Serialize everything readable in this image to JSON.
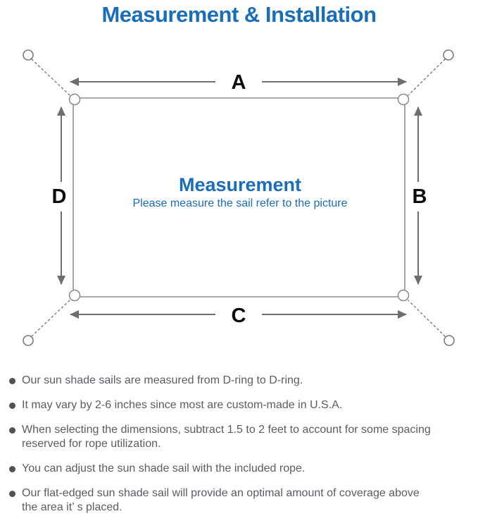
{
  "header": {
    "title": "Measurement & Installation"
  },
  "diagram": {
    "labels": {
      "top": "A",
      "right": "B",
      "bottom": "C",
      "left": "D"
    },
    "center": {
      "title": "Measurement",
      "subtitle": "Please measure the sail refer to the picture"
    },
    "colors": {
      "accent_blue": "#1a6db8",
      "outline_gray": "#8f8f8f",
      "arrow_gray": "#6e6e6e",
      "label_black": "#0d0d0d"
    }
  },
  "notes": {
    "text_color": "#585d61",
    "items": [
      {
        "text": "Our sun shade sails are measured from D-ring to D-ring."
      },
      {
        "text": "It may vary by 2-6 inches since most are custom-made in U.S.A."
      },
      {
        "text": "When selecting the dimensions, subtract 1.5 to 2 feet to account for some spacing\nreserved for rope utilization."
      },
      {
        "text": "You can adjust the sun shade sail with the included rope."
      },
      {
        "text": "Our flat-edged sun shade sail will provide an optimal amount of coverage above\nthe area it’ s placed."
      }
    ]
  }
}
